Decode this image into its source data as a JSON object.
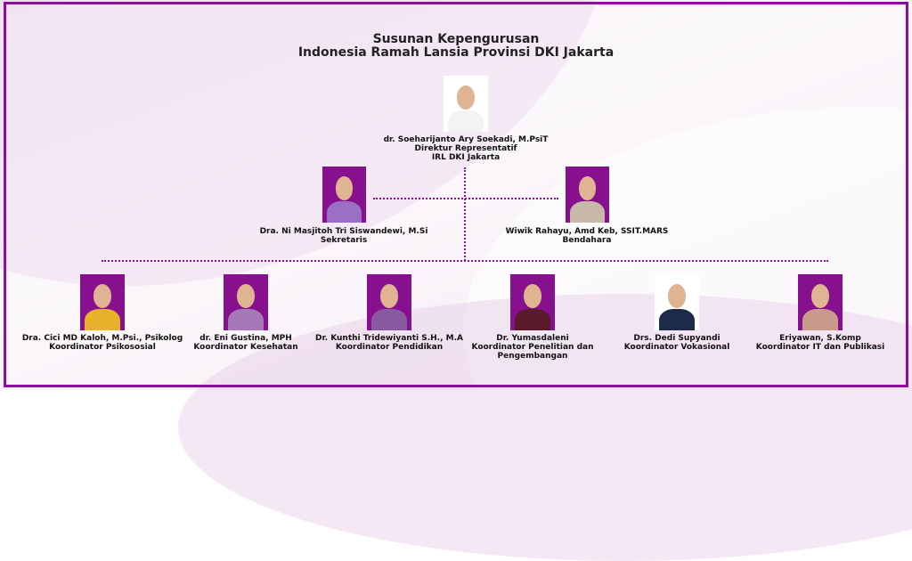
{
  "title": {
    "line1": "Susunan Kepengurusan",
    "line2": "Indonesia Ramah Lansia Provinsi DKI Jakarta"
  },
  "director": {
    "name": "dr. Soeharijanto Ary Soekadi, M.PsiT",
    "role": "Direktur Representatif",
    "org": "IRL DKI Jakarta"
  },
  "secretary": {
    "name": "Dra. Ni Masjitoh Tri Siswandewi, M.Si",
    "role": "Sekretaris"
  },
  "treasurer": {
    "name": "Wiwik Rahayu, Amd Keb, SSIT.MARS",
    "role": "Bendahara"
  },
  "coordinators": [
    {
      "name": "Dra. Cici MD Kaloh, M.Psi., Psikolog",
      "role": "Koordinator Psikososial"
    },
    {
      "name": "dr. Eni Gustina, MPH",
      "role": "Koordinator Kesehatan"
    },
    {
      "name": "Dr. Kunthi Tridewiyanti S.H., M.A",
      "role": "Koordinator Pendidikan"
    },
    {
      "name": "Dr. Yumasdaleni",
      "role": "Koordinator Penelitian dan Pengembangan"
    },
    {
      "name": "Drs. Dedi Supyandi",
      "role": "Koordinator Vokasional"
    },
    {
      "name": "Eriyawan, S.Komp",
      "role": "Koordinator IT dan Publikasi"
    }
  ],
  "colors": {
    "accent": "#8e0f9c"
  }
}
